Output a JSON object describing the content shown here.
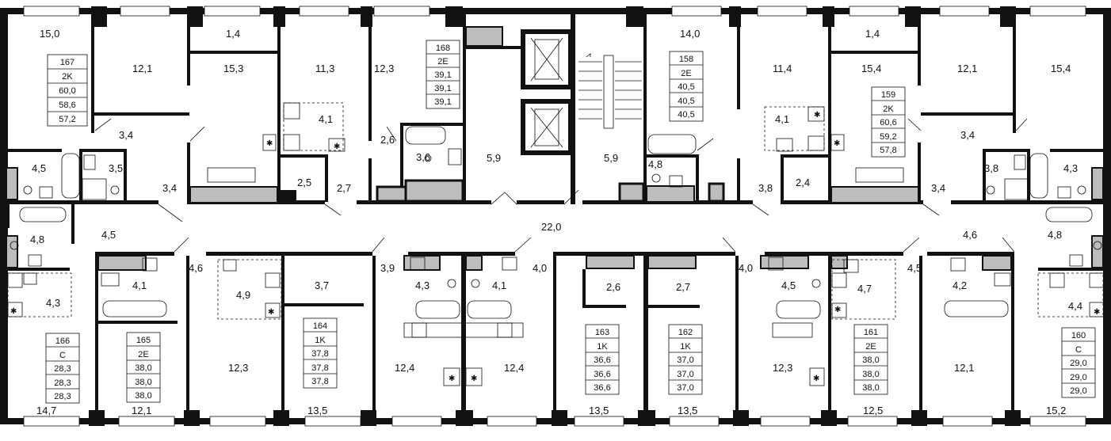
{
  "areas": {
    "r_15_0": "15,0",
    "r_12_1_a": "12,1",
    "r_1_4_a": "1,4",
    "r_15_3": "15,3",
    "r_11_3": "11,3",
    "r_12_3_a": "12,3",
    "r_4_1_a": "4,1",
    "r_3_4_a": "3,4",
    "r_4_5": "4,5",
    "r_3_5": "3,5",
    "r_3_4_b": "3,4",
    "r_2_5": "2,5",
    "r_2_7_a": "2,7",
    "r_2_6_a": "2,6",
    "r_3_6": "3,6",
    "r_5_9_a": "5,9",
    "r_5_9_b": "5,9",
    "r_14_0": "14,0",
    "r_11_4": "11,4",
    "r_4_1_b": "4,1",
    "r_4_8_a": "4,8",
    "r_3_8_a": "3,8",
    "r_2_4": "2,4",
    "r_1_4_b": "1,4",
    "r_15_4_a": "15,4",
    "r_12_1_b": "12,1",
    "r_15_4_b": "15,4",
    "r_3_4_c": "3,4",
    "r_3_8_b": "3,8",
    "r_4_3_a": "4,3",
    "r_3_4_d": "3,4",
    "r_22_0": "22,0",
    "r_4_8_b": "4,8",
    "r_4_5_b": "4,5",
    "r_4_6_a": "4,6",
    "r_4_8_c": "4,8",
    "r_4_3_b": "4,3",
    "r_4_1_c": "4,1",
    "r_4_6_b": "4,6",
    "r_4_9": "4,9",
    "r_3_7": "3,7",
    "r_3_9": "3,9",
    "r_4_3_c": "4,3",
    "r_4_1_d": "4,1",
    "r_4_0_a": "4,0",
    "r_2_6_b": "2,6",
    "r_2_7_b": "2,7",
    "r_4_0_b": "4,0",
    "r_4_5_c": "4,5",
    "r_4_7": "4,7",
    "r_4_5_d": "4,5",
    "r_4_2": "4,2",
    "r_4_4": "4,4",
    "r_12_3_b": "12,3",
    "r_12_4_a": "12,4",
    "r_12_4_b": "12,4",
    "r_12_3_c": "12,3",
    "r_12_1_c": "12,1",
    "r_14_7": "14,7",
    "r_12_1_d": "12,1",
    "r_13_5_a": "13,5",
    "r_13_5_b": "13,5",
    "r_13_5_c": "13,5",
    "r_12_5": "12,5",
    "r_15_2": "15,2"
  },
  "apartments": [
    {
      "id": "apt-167",
      "cells": [
        "167",
        "2K",
        "60,0",
        "58,6",
        "57,2"
      ]
    },
    {
      "id": "apt-168",
      "cells": [
        "168",
        "2E",
        "39,1",
        "39,1",
        "39,1"
      ]
    },
    {
      "id": "apt-158",
      "cells": [
        "158",
        "2E",
        "40,5",
        "40,5",
        "40,5"
      ]
    },
    {
      "id": "apt-159",
      "cells": [
        "159",
        "2K",
        "60,6",
        "59,2",
        "57,8"
      ]
    },
    {
      "id": "apt-166",
      "cells": [
        "166",
        "C",
        "28,3",
        "28,3",
        "28,3"
      ]
    },
    {
      "id": "apt-165",
      "cells": [
        "165",
        "2E",
        "38,0",
        "38,0",
        "38,0"
      ]
    },
    {
      "id": "apt-164",
      "cells": [
        "164",
        "1K",
        "37,8",
        "37,8",
        "37,8"
      ]
    },
    {
      "id": "apt-163",
      "cells": [
        "163",
        "1K",
        "36,6",
        "36,6",
        "36,6"
      ]
    },
    {
      "id": "apt-162",
      "cells": [
        "162",
        "1K",
        "37,0",
        "37,0",
        "37,0"
      ]
    },
    {
      "id": "apt-161",
      "cells": [
        "161",
        "2E",
        "38,0",
        "38,0",
        "38,0"
      ]
    },
    {
      "id": "apt-160",
      "cells": [
        "160",
        "C",
        "29,0",
        "29,0",
        "29,0"
      ]
    }
  ],
  "colors": {
    "wall": "#111111",
    "fill_grey": "#bdbdbd",
    "line": "#111111",
    "background": "#ffffff"
  }
}
